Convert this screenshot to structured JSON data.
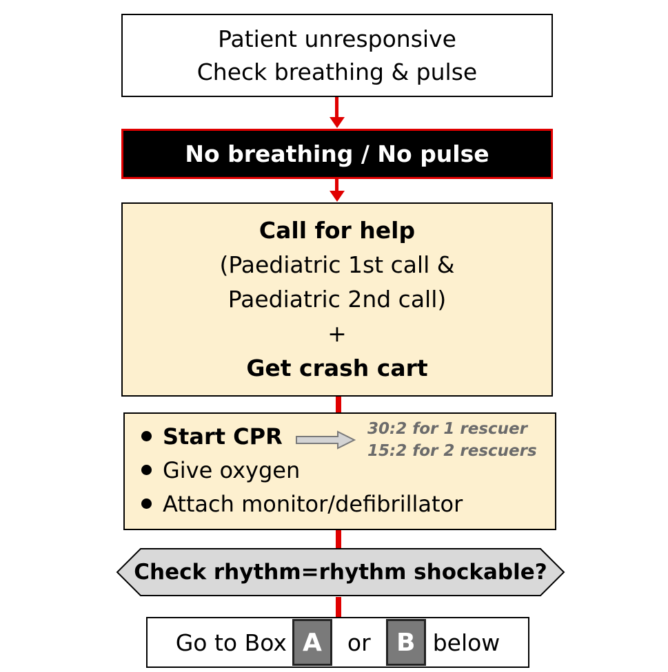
{
  "flowchart": {
    "step1": {
      "line1": "Patient unresponsive",
      "line2": "Check breathing & pulse"
    },
    "step2": {
      "label": "No breathing / No pulse"
    },
    "step3": {
      "title": "Call for help",
      "line2": "(Paediatric 1st call &",
      "line3": "Paediatric 2nd call)",
      "plus": "+",
      "line5": "Get crash cart"
    },
    "step4": {
      "bullets": [
        "Start CPR",
        "Give oxygen",
        "Attach monitor/defibrillator"
      ],
      "cpr_note_line1": "30:2 for 1 rescuer",
      "cpr_note_line2": "15:2 for 2 rescuers"
    },
    "decision": {
      "label": "Check rhythm=rhythm shockable?"
    },
    "step5": {
      "prefix": "Go to Box",
      "box_a": "A",
      "or": "or",
      "box_b": "B",
      "suffix": "below"
    }
  },
  "colors": {
    "connector": "#e00000",
    "highlight_box": "#fdf0cf",
    "decision_fill": "#d9d9d9",
    "note_text": "#6b6b6b",
    "tag_fill": "#7a7a7a"
  }
}
